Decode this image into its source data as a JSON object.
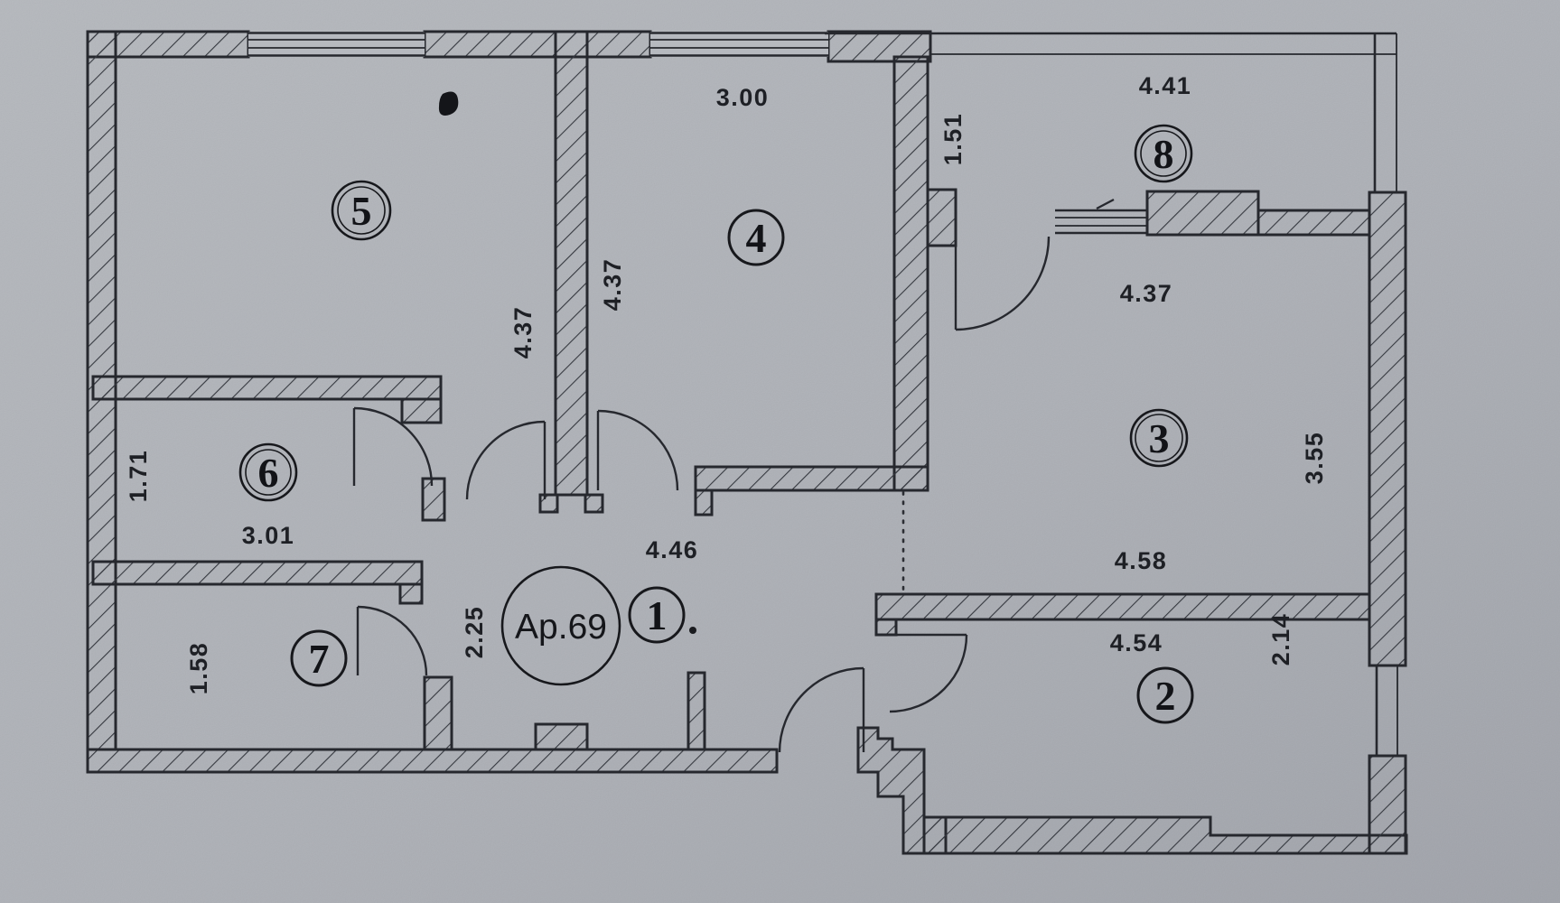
{
  "plan": {
    "apartment_label": "Ap.69",
    "rooms": [
      {
        "number": "1",
        "dims": [
          "4.46",
          "2.25"
        ]
      },
      {
        "number": "2",
        "dims": [
          "4.54",
          "2.14"
        ]
      },
      {
        "number": "3",
        "dims": [
          "4.37",
          "3.55",
          "4.58"
        ]
      },
      {
        "number": "4",
        "dims": [
          "3.00",
          "4.37"
        ]
      },
      {
        "number": "5",
        "dims": [
          "4.37"
        ]
      },
      {
        "number": "6",
        "dims": [
          "1.71",
          "3.01"
        ]
      },
      {
        "number": "7",
        "dims": [
          "1.58"
        ]
      },
      {
        "number": "8",
        "dims": [
          "4.41",
          "1.51"
        ]
      }
    ],
    "colors": {
      "paper": "#b5b8be",
      "ink": "#26282e"
    }
  }
}
